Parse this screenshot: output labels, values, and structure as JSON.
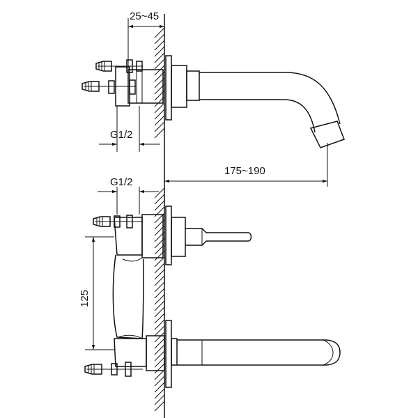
{
  "dimensions": {
    "wall_depth": "25~45",
    "connection_top": "G1/2",
    "spout_projection": "175~190",
    "connection_bottom": "G1/2",
    "vertical_spacing": "125"
  }
}
